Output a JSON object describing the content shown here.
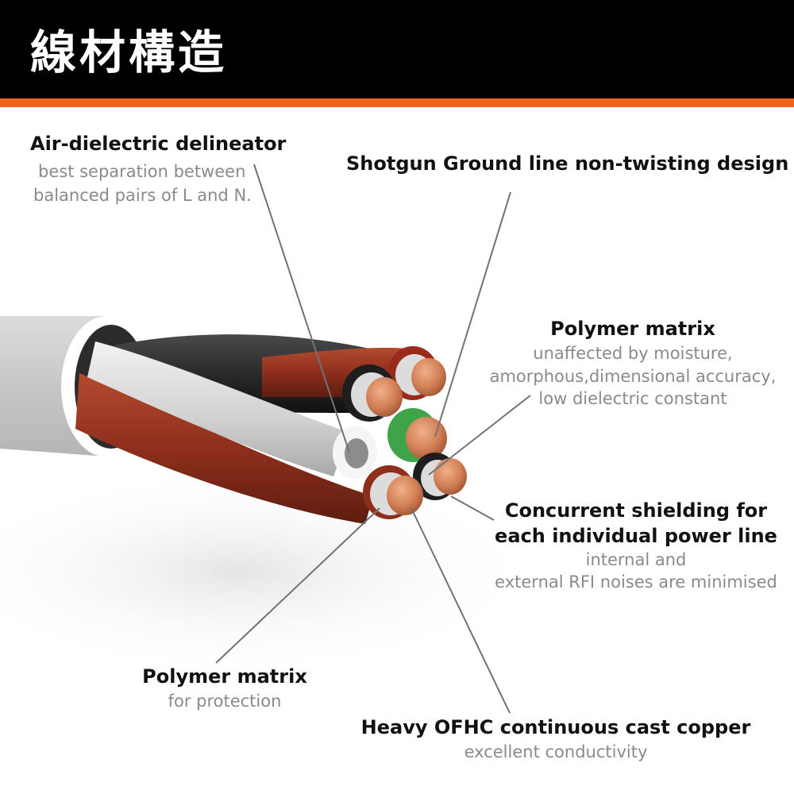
{
  "header": {
    "title": "線材構造"
  },
  "colors": {
    "header_bg": "#000000",
    "accent": "#f0621e",
    "leader": "#6f7378",
    "heading": "#111111",
    "subtext": "#8a8a8a"
  },
  "callouts": {
    "air_dielectric": {
      "heading": "Air-dielectric delineator",
      "lines": [
        "best separation between",
        "balanced pairs of L and N."
      ]
    },
    "shotgun": {
      "heading": "Shotgun Ground line non-twisting design"
    },
    "polymer_top": {
      "heading": "Polymer matrix",
      "lines": [
        "unaffected by moisture,",
        "amorphous,dimensional accuracy,",
        "low dielectric constant"
      ]
    },
    "shielding": {
      "heading_lines": [
        "Concurrent shielding for",
        "each individual power line"
      ],
      "lines": [
        "internal and",
        "external RFI noises are minimised"
      ]
    },
    "polymer_bottom": {
      "heading": "Polymer matrix",
      "lines": [
        "for protection"
      ]
    },
    "copper": {
      "heading": "Heavy OFHC continuous cast copper",
      "lines": [
        "excellent conductivity"
      ]
    }
  }
}
